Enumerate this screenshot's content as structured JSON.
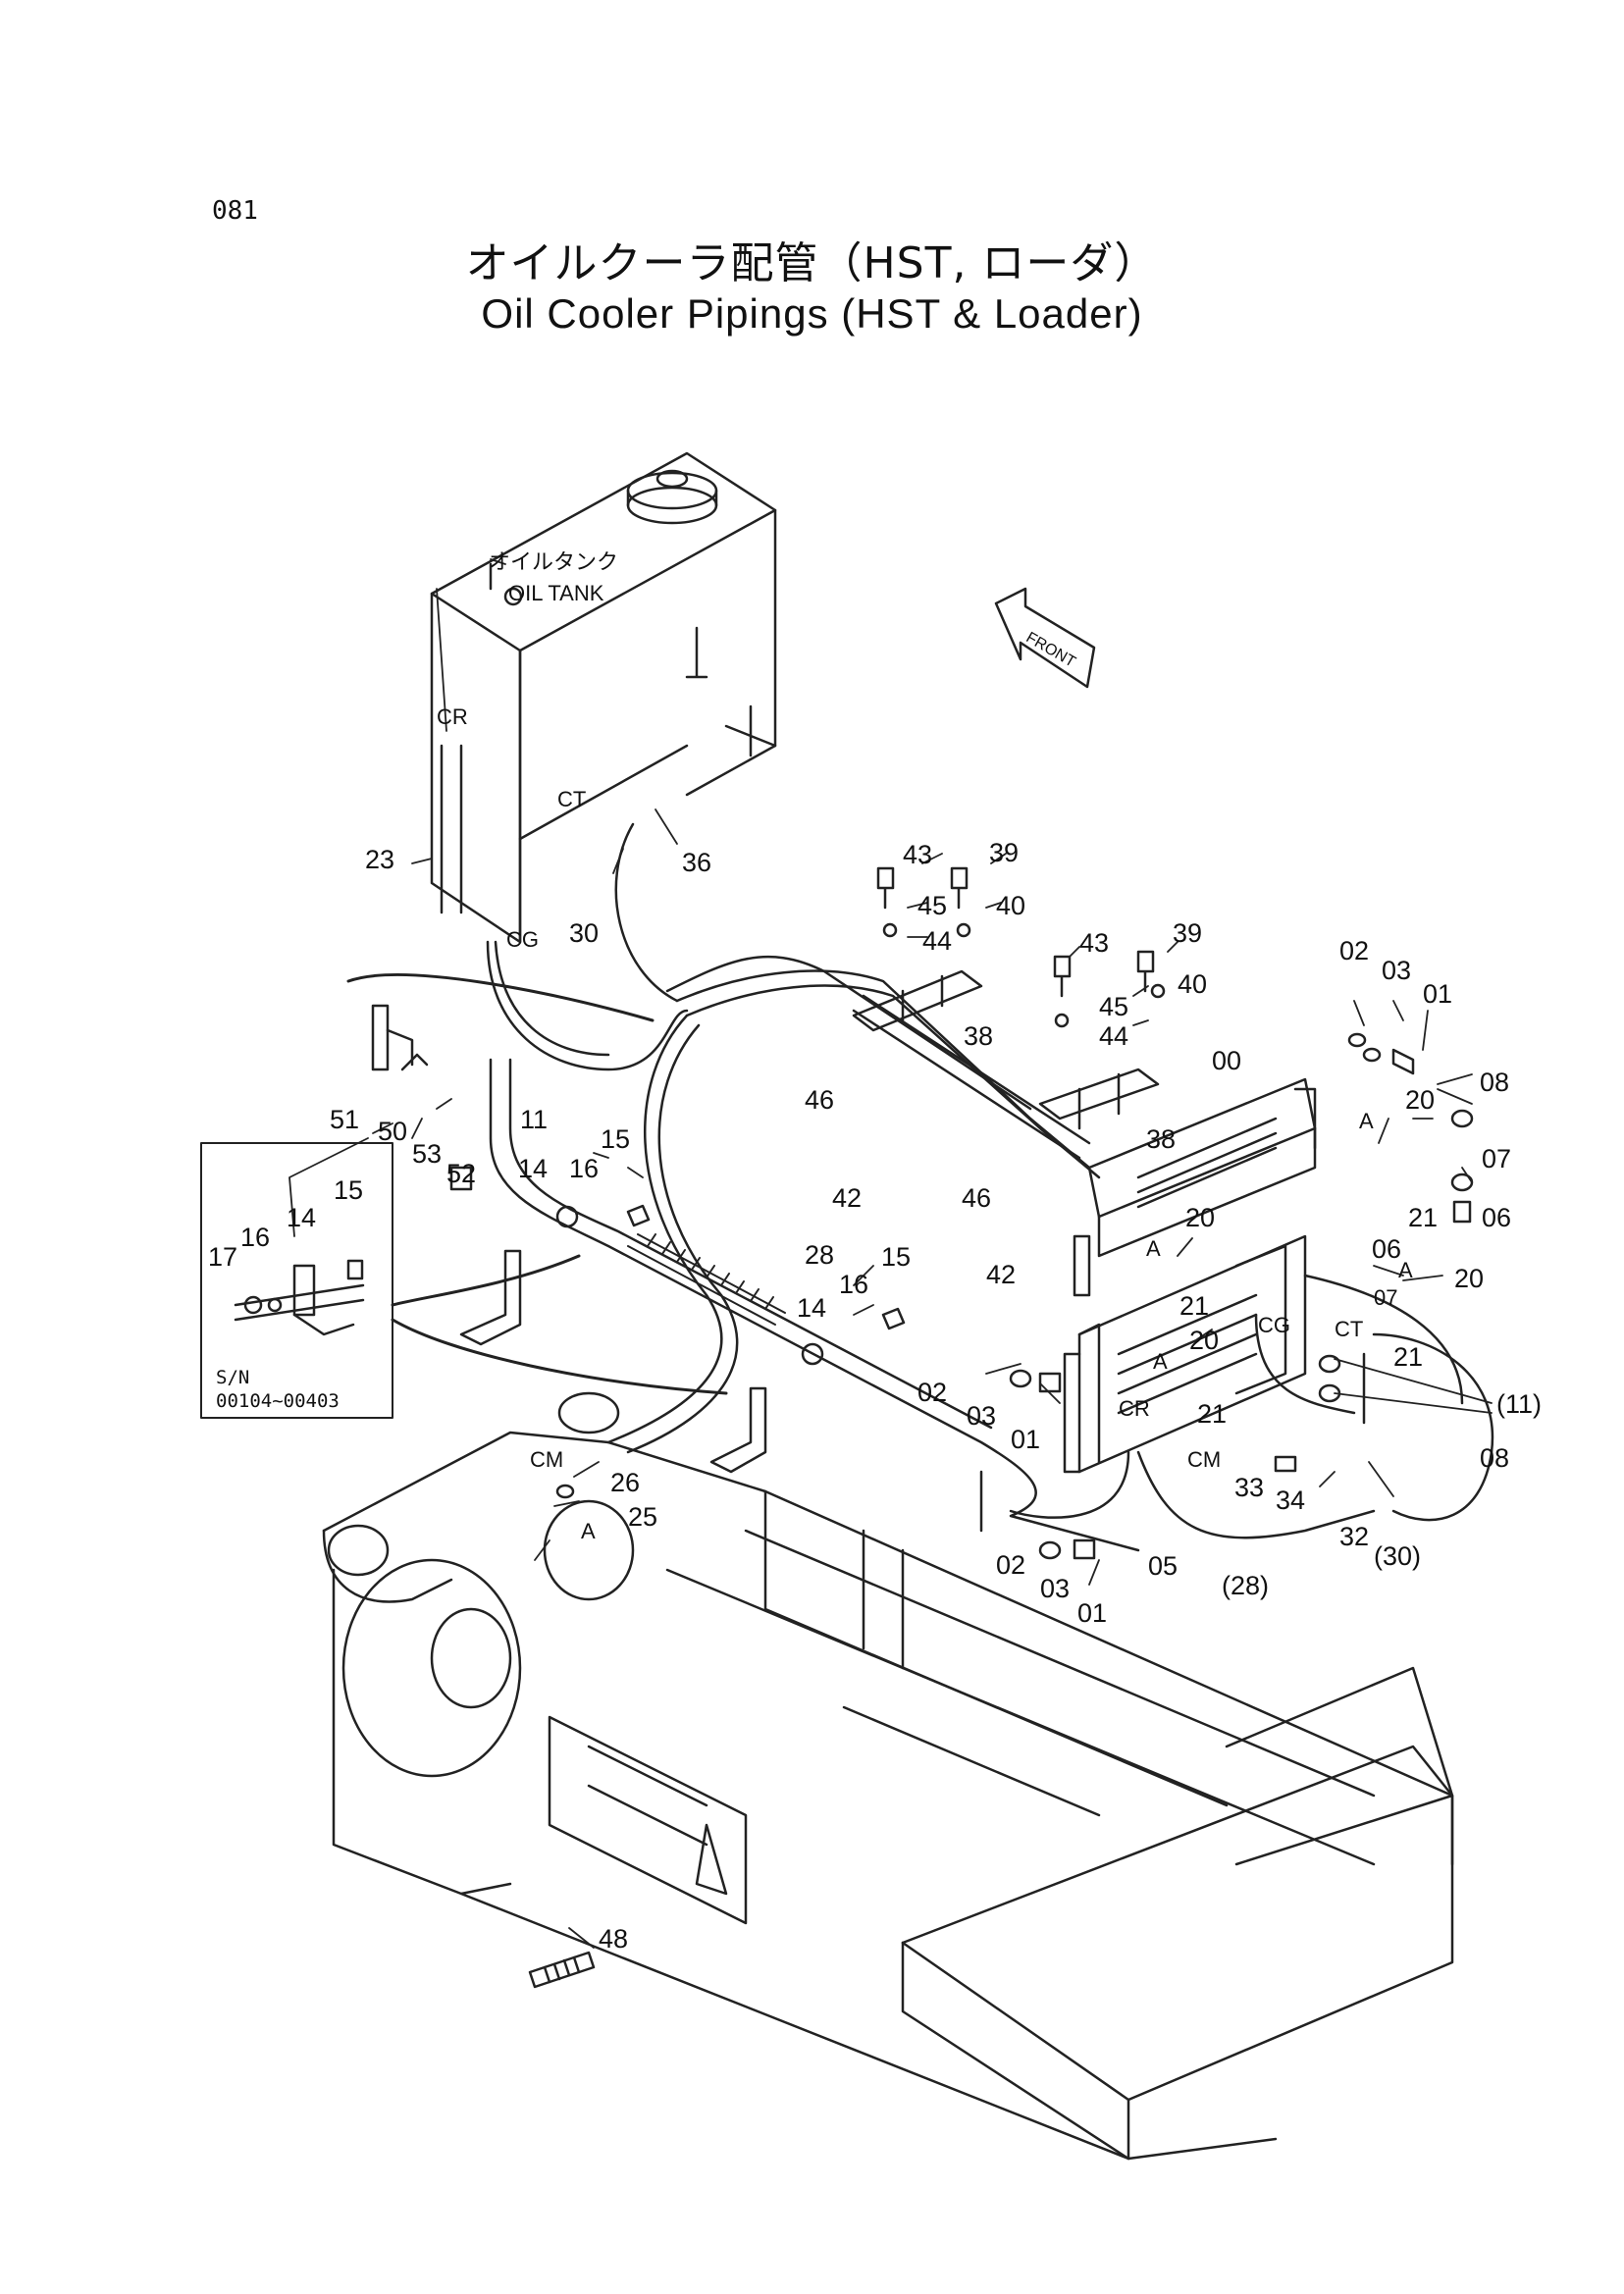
{
  "page_number": "081",
  "title_jp": "オイルクーラ配管（HST, ローダ）",
  "title_en": "Oil Cooler Pipings (HST & Loader)",
  "front_arrow": "FRONT",
  "oil_tank_label_jp": "オイルタンク",
  "oil_tank_label_en": "OIL TANK",
  "inset": {
    "sn_label": "S/N",
    "sn_range": "00104~00403"
  },
  "callouts": [
    {
      "id": "c-cr-top",
      "text": "CR"
    },
    {
      "id": "c-ct-top",
      "text": "CT"
    },
    {
      "id": "c-23",
      "text": "23"
    },
    {
      "id": "c-cg-top",
      "text": "CG"
    },
    {
      "id": "c-36",
      "text": "36"
    },
    {
      "id": "c-30",
      "text": "30"
    },
    {
      "id": "c-43a",
      "text": "43"
    },
    {
      "id": "c-39a",
      "text": "39"
    },
    {
      "id": "c-45a",
      "text": "45"
    },
    {
      "id": "c-40a",
      "text": "40"
    },
    {
      "id": "c-44a",
      "text": "44"
    },
    {
      "id": "c-38a",
      "text": "38"
    },
    {
      "id": "c-46a",
      "text": "46"
    },
    {
      "id": "c-43b",
      "text": "43"
    },
    {
      "id": "c-39b",
      "text": "39"
    },
    {
      "id": "c-45b",
      "text": "45"
    },
    {
      "id": "c-40b",
      "text": "40"
    },
    {
      "id": "c-44b",
      "text": "44"
    },
    {
      "id": "c-38b",
      "text": "38"
    },
    {
      "id": "c-42a",
      "text": "42"
    },
    {
      "id": "c-46b",
      "text": "46"
    },
    {
      "id": "c-42b",
      "text": "42"
    },
    {
      "id": "c-02a",
      "text": "02"
    },
    {
      "id": "c-03a",
      "text": "03"
    },
    {
      "id": "c-01a",
      "text": "01"
    },
    {
      "id": "c-00",
      "text": "00"
    },
    {
      "id": "c-08a",
      "text": "08"
    },
    {
      "id": "c-20a",
      "text": "20"
    },
    {
      "id": "c-aa",
      "text": "A"
    },
    {
      "id": "c-07a",
      "text": "07"
    },
    {
      "id": "c-21a",
      "text": "21"
    },
    {
      "id": "c-06a",
      "text": "06"
    },
    {
      "id": "c-06b",
      "text": "06"
    },
    {
      "id": "c-ab",
      "text": "A"
    },
    {
      "id": "c-20b",
      "text": "20"
    },
    {
      "id": "c-07b",
      "text": "07"
    },
    {
      "id": "c-ct-mid",
      "text": "CT"
    },
    {
      "id": "c-21b",
      "text": "21"
    },
    {
      "id": "c-11p",
      "text": "(11)"
    },
    {
      "id": "c-08b",
      "text": "08"
    },
    {
      "id": "c-cg-mid",
      "text": "CG"
    },
    {
      "id": "c-20c",
      "text": "20"
    },
    {
      "id": "c-ac",
      "text": "A"
    },
    {
      "id": "c-21c",
      "text": "21"
    },
    {
      "id": "c-20d",
      "text": "20"
    },
    {
      "id": "c-ad",
      "text": "A"
    },
    {
      "id": "c-cr-mid",
      "text": "CR"
    },
    {
      "id": "c-21d",
      "text": "21"
    },
    {
      "id": "c-cm-mid",
      "text": "CM"
    },
    {
      "id": "c-33",
      "text": "33"
    },
    {
      "id": "c-34",
      "text": "34"
    },
    {
      "id": "c-32",
      "text": "32"
    },
    {
      "id": "c-30p",
      "text": "(30)"
    },
    {
      "id": "c-28p",
      "text": "(28)"
    },
    {
      "id": "c-05",
      "text": "05"
    },
    {
      "id": "c-02b",
      "text": "02"
    },
    {
      "id": "c-03b",
      "text": "03"
    },
    {
      "id": "c-01b",
      "text": "01"
    },
    {
      "id": "c-02c",
      "text": "02"
    },
    {
      "id": "c-03c",
      "text": "03"
    },
    {
      "id": "c-01c",
      "text": "01"
    },
    {
      "id": "c-51",
      "text": "51"
    },
    {
      "id": "c-50",
      "text": "50"
    },
    {
      "id": "c-53",
      "text": "53"
    },
    {
      "id": "c-52",
      "text": "52"
    },
    {
      "id": "c-11",
      "text": "11"
    },
    {
      "id": "c-14a",
      "text": "14"
    },
    {
      "id": "c-16a",
      "text": "16"
    },
    {
      "id": "c-15a",
      "text": "15"
    },
    {
      "id": "c-28",
      "text": "28"
    },
    {
      "id": "c-15b",
      "text": "15"
    },
    {
      "id": "c-16b",
      "text": "16"
    },
    {
      "id": "c-14b",
      "text": "14"
    },
    {
      "id": "c-cm-low",
      "text": "CM"
    },
    {
      "id": "c-26",
      "text": "26"
    },
    {
      "id": "c-25",
      "text": "25"
    },
    {
      "id": "c-ae",
      "text": "A"
    },
    {
      "id": "c-48",
      "text": "48"
    },
    {
      "id": "c-17i",
      "text": "17"
    },
    {
      "id": "c-16i",
      "text": "16"
    },
    {
      "id": "c-14i",
      "text": "14"
    },
    {
      "id": "c-15i",
      "text": "15"
    }
  ]
}
